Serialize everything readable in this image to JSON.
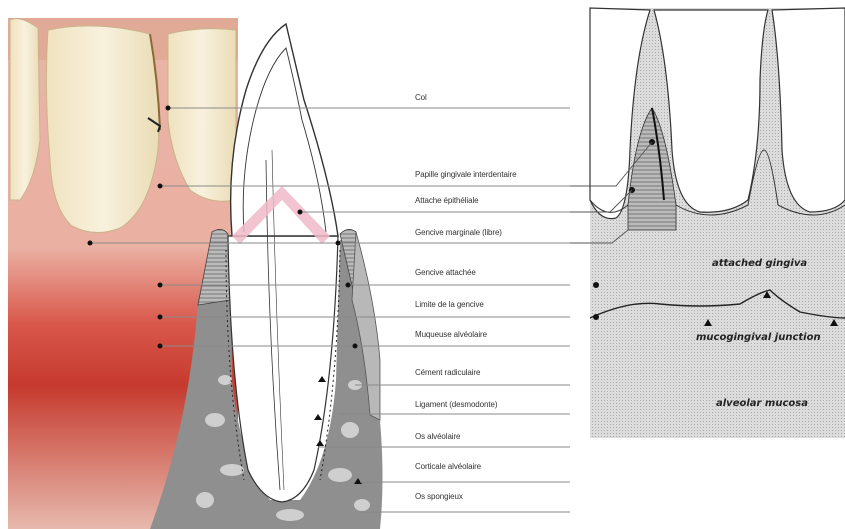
{
  "left_diagram": {
    "labels": [
      "Col",
      "Papille gingivale interdentaire",
      "Attache épithéliale",
      "Gencive marginale (libre)",
      "Gencive attachée",
      "Limite de la gencive",
      "Muqueuse alvéolaire",
      "Cément radiculaire",
      "Ligament (desmodonte)",
      "Os alvéolaire",
      "Corticale alvéolaire",
      "Os spongieux"
    ]
  },
  "right_diagram": {
    "labels": {
      "attached": "attached gingiva",
      "junction": "mucogingival junction",
      "alveolar": "alveolar mucosa"
    }
  },
  "colors": {
    "gum_pink": "#e8a8a0",
    "mucosa_red": "#c8382c",
    "tooth_cream": "#f5eedc",
    "bone_gray": "#9a9a9a",
    "leader_line": "#8a8a8a"
  }
}
